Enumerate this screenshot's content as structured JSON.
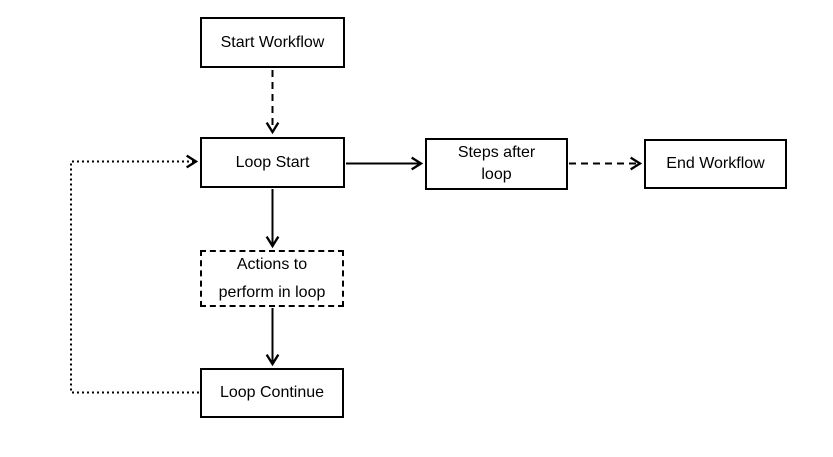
{
  "canvas": {
    "background": "#ffffff",
    "line_color": "#000000",
    "text_color": "#000000",
    "box_fill": "#ffffff"
  },
  "nodes": [
    {
      "id": "start-workflow",
      "label": "Start Workflow",
      "border_style": "solid"
    },
    {
      "id": "loop-start",
      "label": "Loop Start",
      "border_style": "solid"
    },
    {
      "id": "steps-after-loop",
      "label": "Steps after\nloop",
      "border_style": "solid"
    },
    {
      "id": "end-workflow",
      "label": "End Workflow",
      "border_style": "solid"
    },
    {
      "id": "actions-in-loop",
      "label": "Actions to\nperform in loop",
      "border_style": "dashed"
    },
    {
      "id": "loop-continue",
      "label": "Loop Continue",
      "border_style": "solid"
    }
  ],
  "edges": [
    {
      "from": "start-workflow",
      "to": "loop-start",
      "style": "dashed"
    },
    {
      "from": "loop-start",
      "to": "steps-after-loop",
      "style": "solid"
    },
    {
      "from": "steps-after-loop",
      "to": "end-workflow",
      "style": "dashed"
    },
    {
      "from": "loop-start",
      "to": "actions-in-loop",
      "style": "solid"
    },
    {
      "from": "actions-in-loop",
      "to": "loop-continue",
      "style": "solid"
    },
    {
      "from": "loop-continue",
      "to": "loop-start",
      "style": "dotted"
    }
  ]
}
